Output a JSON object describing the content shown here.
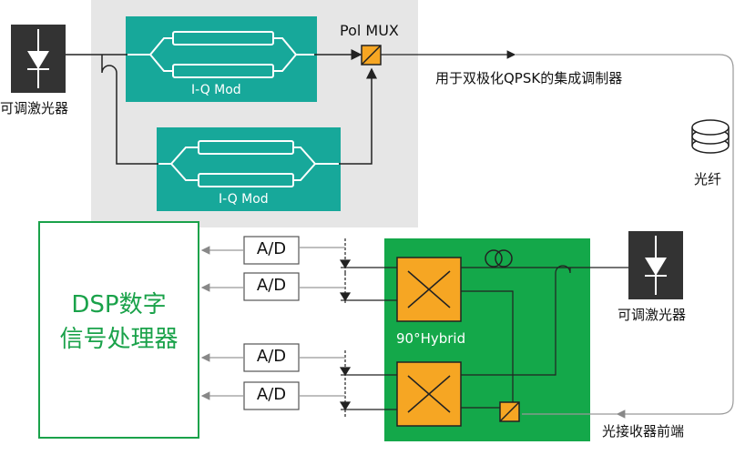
{
  "transmitter": {
    "laser_label": "可调激光器",
    "mod_top_label": "I-Q Mod",
    "mod_bottom_label": "I-Q Mod",
    "pol_mux_label": "Pol MUX",
    "modulator_caption": "用于双极化QPSK的集成调制器"
  },
  "fiber": {
    "label": "光纤"
  },
  "receiver": {
    "dsp_line1": "DSP数字",
    "dsp_line2": "信号处理器",
    "ad_labels": [
      "A/D",
      "A/D",
      "A/D",
      "A/D"
    ],
    "hybrid_label": "90°Hybrid",
    "local_laser_label": "可调激光器",
    "frontend_label": "光接收器前端"
  },
  "colors": {
    "gray_panel": "#e6e6e6",
    "teal": "#17a89a",
    "green_board": "#14a84a",
    "orange": "#f6a623",
    "dsp_border": "#1aa24a",
    "dark_block": "#333333"
  }
}
